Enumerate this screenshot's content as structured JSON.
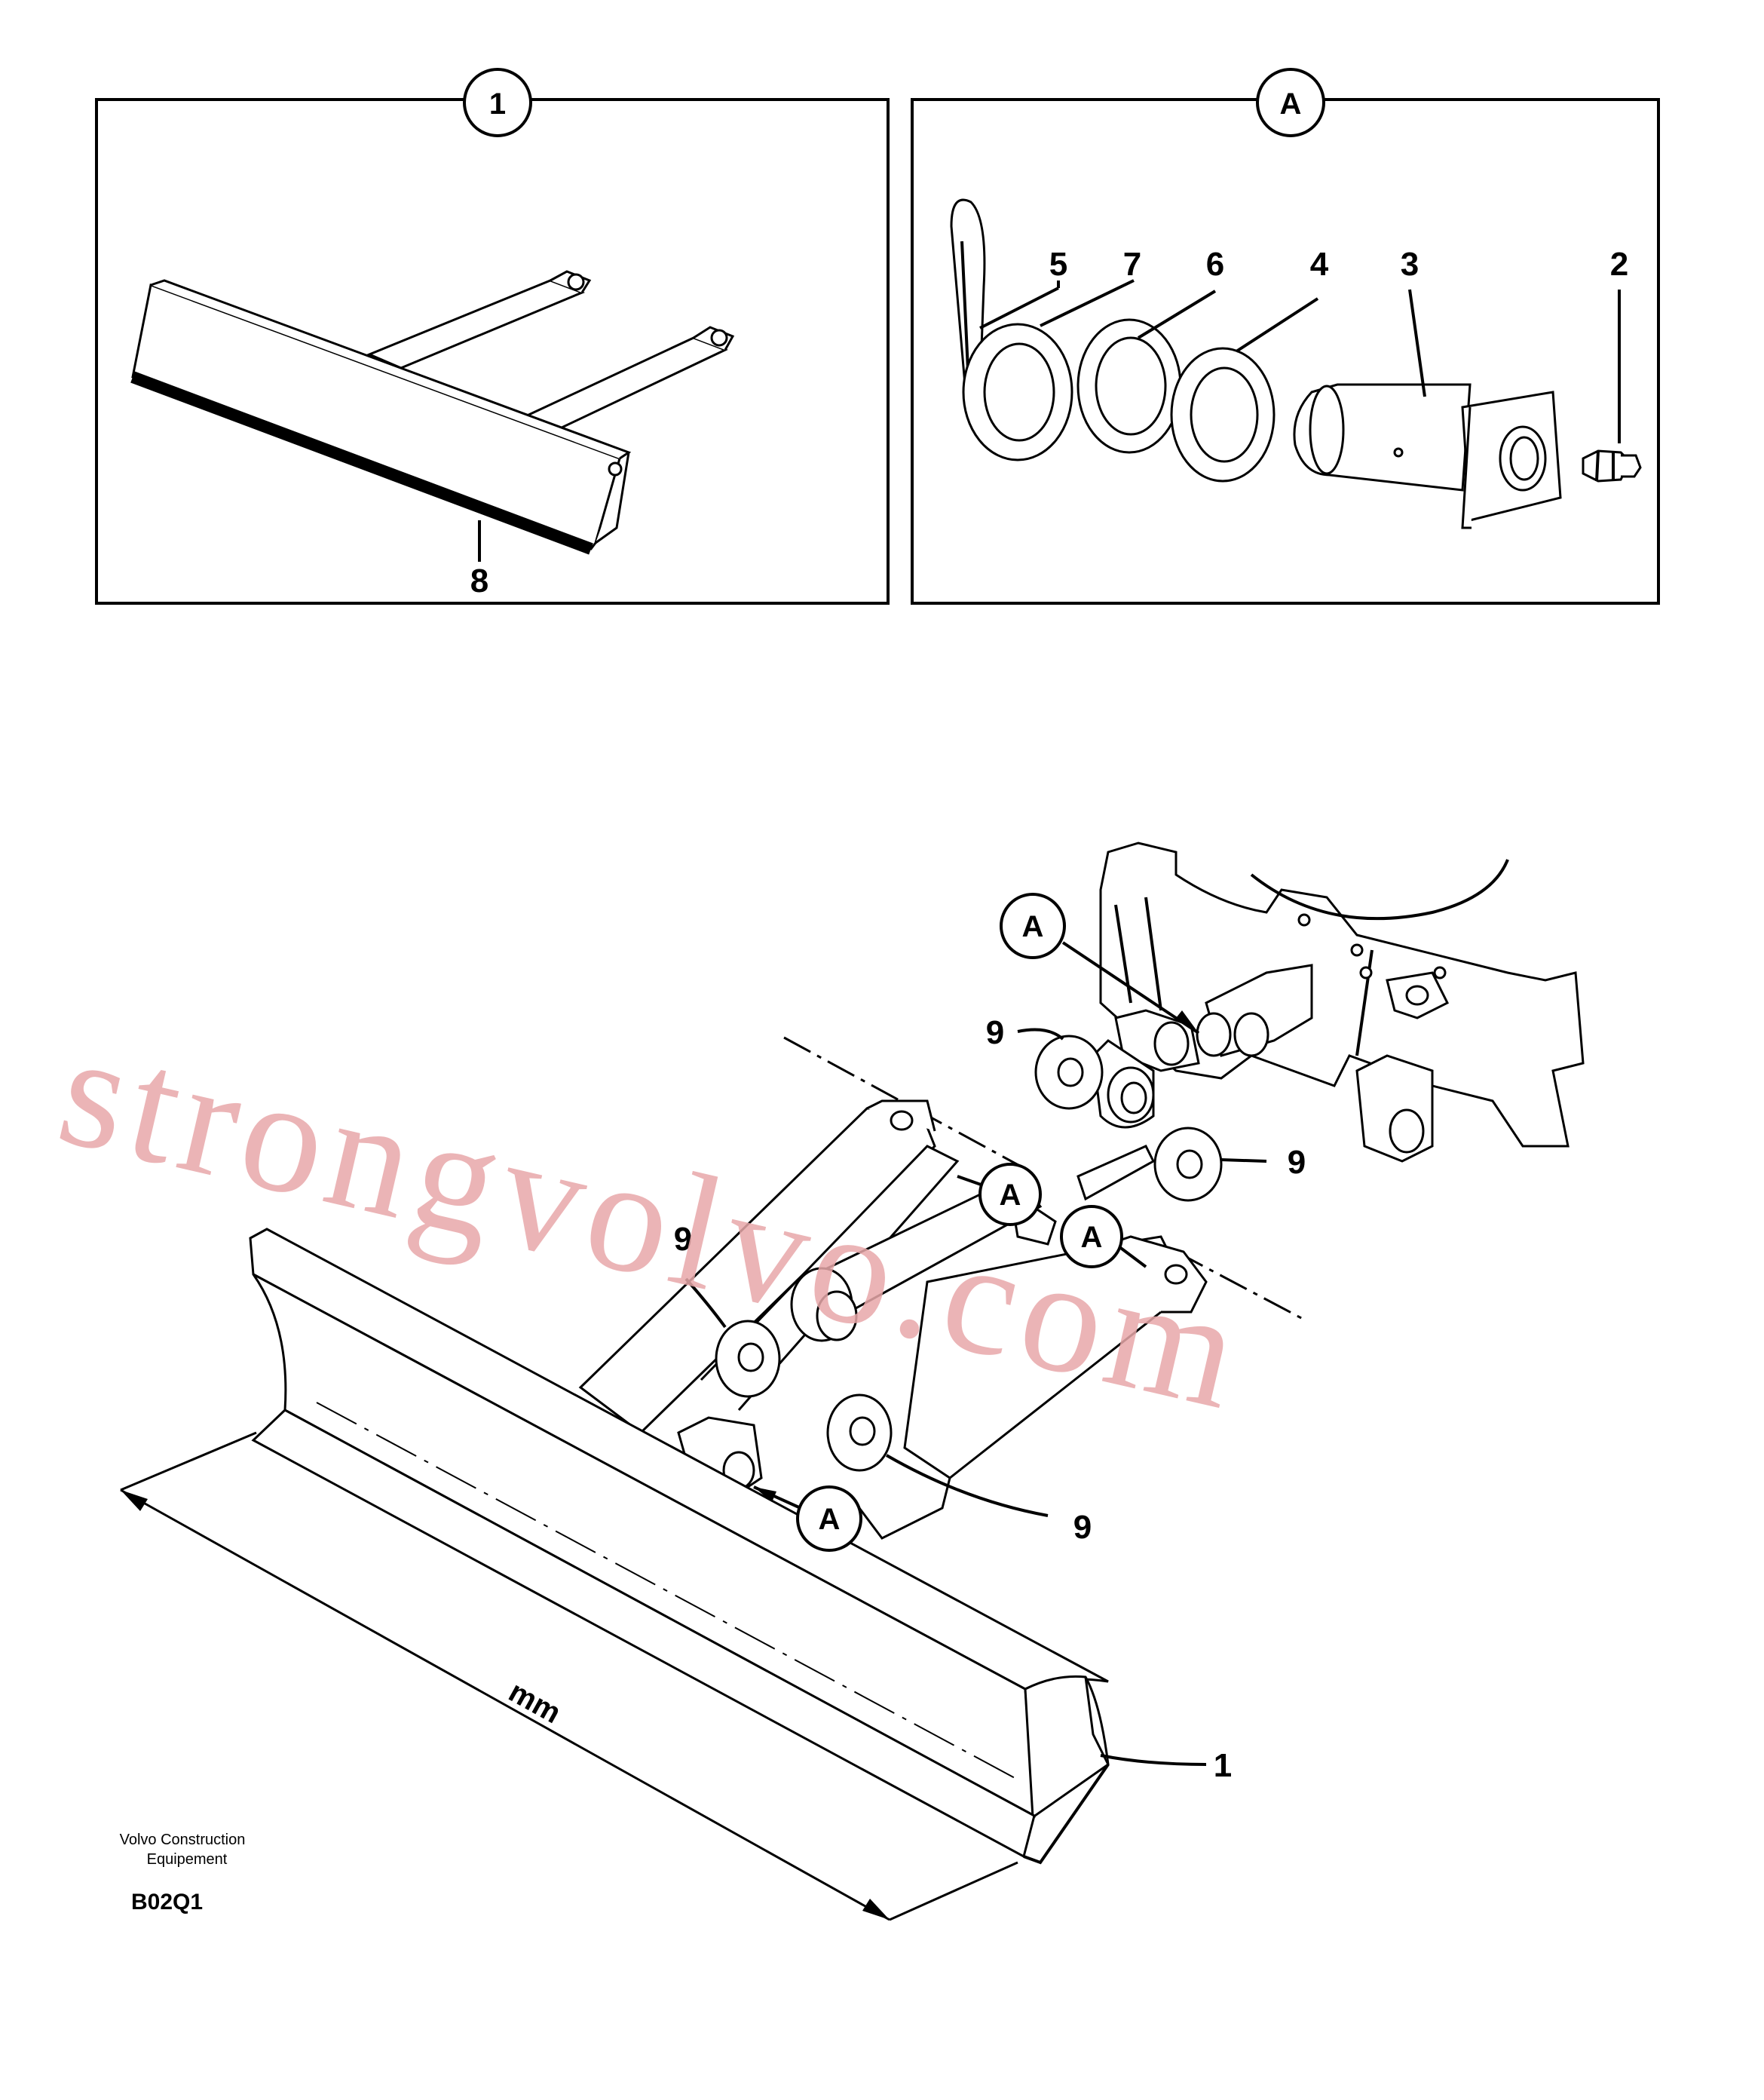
{
  "detail_1": {
    "badge": "1",
    "callouts": {
      "blade_edge": "8"
    }
  },
  "detail_A": {
    "badge": "A",
    "callouts": {
      "cotter_pin": "5",
      "washer_a": "7",
      "washer_b": "6",
      "washer_c": "4",
      "pin": "3",
      "grease_nipple": "2"
    }
  },
  "main": {
    "callouts": {
      "washer_top": "9",
      "washer_right": "9",
      "washer_left": "9",
      "washer_bottom": "9",
      "blade": "1"
    },
    "ref_badges": {
      "a1": "A",
      "a2": "A",
      "a3": "A",
      "a4": "A"
    },
    "dimension_label": "mm"
  },
  "footer": {
    "company_line1": "Volvo Construction",
    "company_line2": "Equipement",
    "code": "B02Q1"
  },
  "watermark": "strongvolvo.com"
}
